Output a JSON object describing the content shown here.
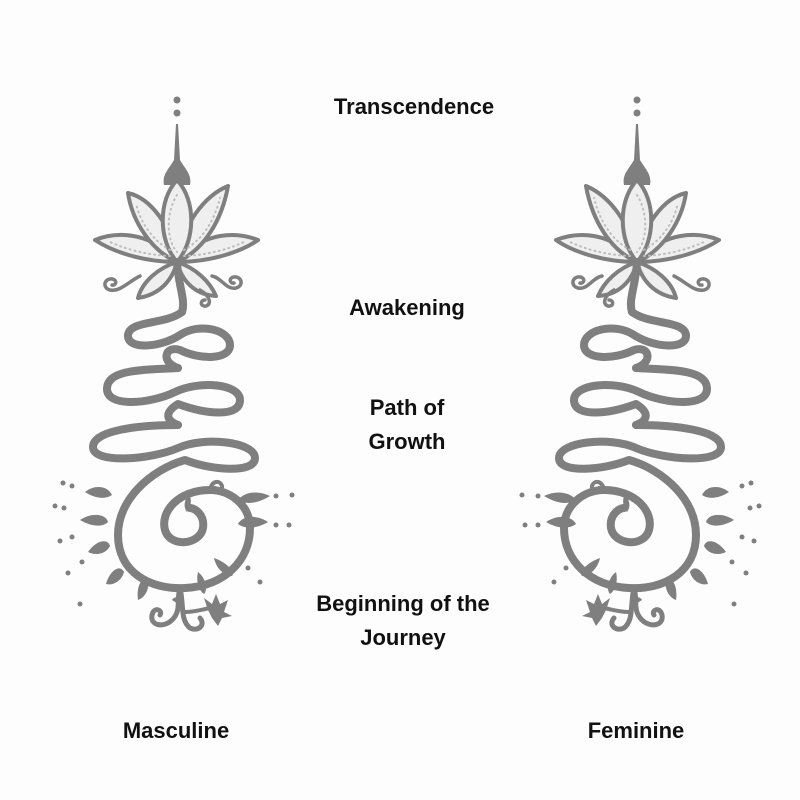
{
  "stages": {
    "transcendence": "Transcendence",
    "awakening": "Awakening",
    "path_line1": "Path of",
    "path_line2": "Growth",
    "beginning_line1": "Beginning of the",
    "beginning_line2": "Journey"
  },
  "symbols": {
    "masculine": "Masculine",
    "feminine": "Feminine"
  },
  "colors": {
    "symbol": "#7f7f7f",
    "petal_fill": "#efefef",
    "text": "#111111"
  }
}
